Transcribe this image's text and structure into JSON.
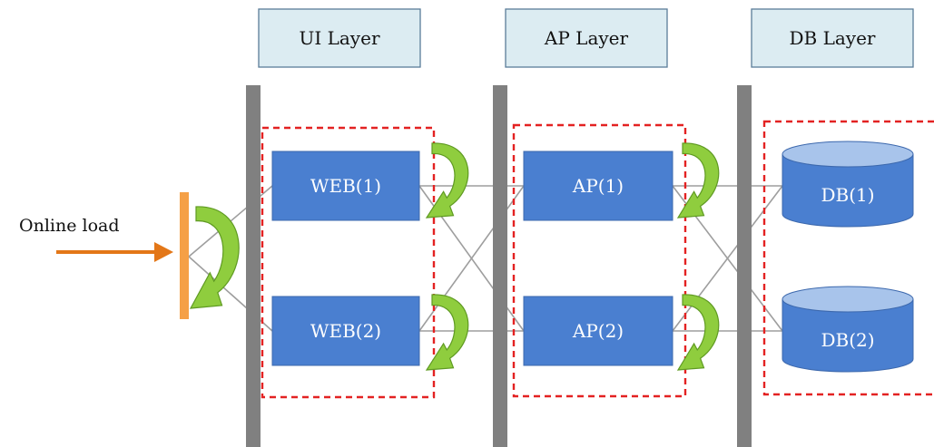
{
  "layers": [
    {
      "label": "UI Layer"
    },
    {
      "label": "AP Layer"
    },
    {
      "label": "DB Layer"
    }
  ],
  "input": {
    "label": "Online load"
  },
  "web_nodes": [
    {
      "label": "WEB(1)"
    },
    {
      "label": "WEB(2)"
    }
  ],
  "ap_nodes": [
    {
      "label": "AP(1)"
    },
    {
      "label": "AP(2)"
    }
  ],
  "db_nodes": [
    {
      "label": "DB(1)"
    },
    {
      "label": "DB(2)"
    }
  ],
  "colors": {
    "node_fill": "#4a7fd0",
    "header_fill": "#dcecf2",
    "failover_group_border": "#e32222",
    "load_balancer": "#f5a046",
    "load_arrow": "#e37718",
    "failover_arrow_fill": "#8fcd3e",
    "separator": "#808080"
  }
}
